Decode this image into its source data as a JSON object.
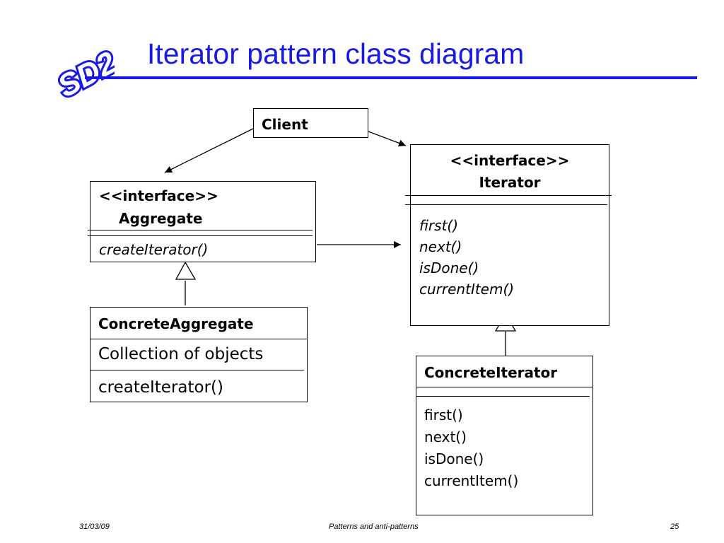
{
  "slide": {
    "logo_text": "SD2",
    "title": "Iterator pattern class diagram"
  },
  "diagram": {
    "client": {
      "name": "Client"
    },
    "aggregate": {
      "stereotype": "<<interface>>",
      "name": "Aggregate",
      "methods": [
        "createIterator()"
      ]
    },
    "iterator": {
      "stereotype": "<<interface>>",
      "name": "Iterator",
      "methods": [
        "first()",
        "next()",
        "isDone()",
        "currentItem()"
      ]
    },
    "concrete_aggregate": {
      "name": "ConcreteAggregate",
      "attributes": [
        "Collection of objects"
      ],
      "methods": [
        "createIterator()"
      ]
    },
    "concrete_iterator": {
      "name": "ConcreteIterator",
      "methods": [
        "first()",
        "next()",
        "isDone()",
        "currentItem()"
      ]
    },
    "relations": [
      {
        "from": "Client",
        "to": "Aggregate",
        "type": "association"
      },
      {
        "from": "Client",
        "to": "Iterator",
        "type": "association"
      },
      {
        "from": "Aggregate",
        "to": "Iterator",
        "type": "association"
      },
      {
        "from": "ConcreteAggregate",
        "to": "Aggregate",
        "type": "generalization"
      },
      {
        "from": "ConcreteIterator",
        "to": "Iterator",
        "type": "generalization"
      }
    ]
  },
  "footer": {
    "date": "31/03/09",
    "topic": "Patterns and anti-patterns",
    "page": "25"
  },
  "colors": {
    "accent": "#1a1ae6",
    "line": "#000000",
    "background": "#ffffff"
  }
}
